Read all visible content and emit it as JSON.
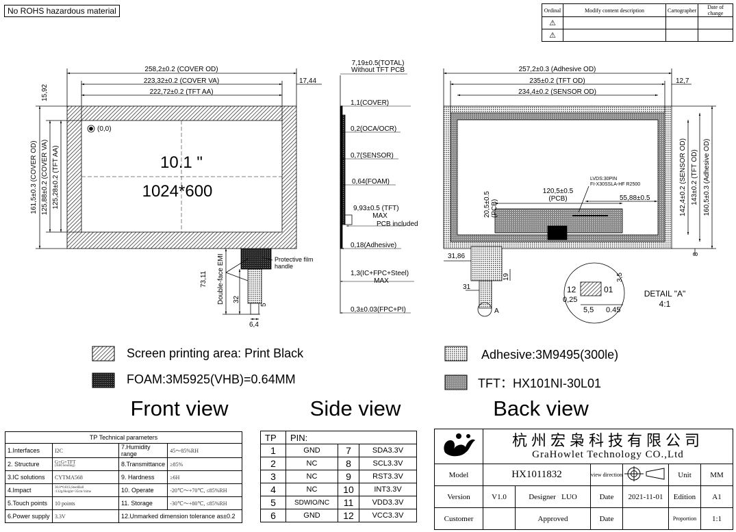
{
  "rohs": "No ROHS hazardous material",
  "revision": {
    "headers": [
      "Ordinal",
      "Modify content description",
      "Cartographer",
      "Date of change"
    ],
    "rows": [
      {
        "mark": "⚠"
      },
      {
        "mark": "⚠"
      }
    ]
  },
  "front": {
    "cover_od": "258,2±0.2 (COVER OD)",
    "cover_va": "223,32±0.2 (COVER VA)",
    "tft_aa": "222,72±0.2 (TFT AA)",
    "right_offset": "17,44",
    "left_offset": "15,92",
    "v_cover_od": "161,5±0.3 (COVER OD)",
    "v_cover_va": "125,88±0.2 (COVER VA)",
    "v_tft_aa": "125,28±0.2 (TFT AA)",
    "origin": "(0,0)",
    "size": "10.1 \"",
    "resolution": "1024*600",
    "protective_film": "Protective film",
    "handle": "handle",
    "emi": "Double-face EMI",
    "d73": "73,11",
    "d32": "32",
    "d5": "5",
    "d64": "6,4"
  },
  "side": {
    "total": "7,19±0.5(TOTAL)",
    "without": "Without TFT PCB",
    "cover": "1,1(COVER)",
    "oca": "0,2(OCA/OCR)",
    "sensor": "0,7(SENSOR)",
    "foam": "0,64(FOAM)",
    "tft": "9,93±0.5 (TFT)",
    "tft_max": "MAX",
    "pcb": "PCB included",
    "adhesive": "0,18(Adhesive)",
    "ic": "1,3(IC+FPC+Steel)",
    "ic_max": "MAX",
    "fpc": "0,3±0.03(FPC+PI)"
  },
  "back": {
    "adh_od": "257,2±0.3 (Adhesive OD)",
    "tft_od": "235±0.2 (TFT OD)",
    "sensor_od": "234,4±0.2 (SENSOR OD)",
    "right_offset": "12,7",
    "v_sensor": "142,4±0.2 (SENSOR OD)",
    "v_tft": "143±0.2 (TFT OD)",
    "v_adh": "160,5±0.3 (Adhesive OD)",
    "lvds": "LVDS:30PIN",
    "connector": "FI-X30SSLA-HF R2500",
    "pcb_w": "120,5±0.5",
    "pcb_label": "(PCB)",
    "pcb_v": "20,5±0.5",
    "pcb_v2": "(PCB)",
    "d5588": "55,88±0.5",
    "d3186": "31,86",
    "d19": "19",
    "d31": "31",
    "d8": "8",
    "a": "A",
    "detail": "DETAIL \"A\"",
    "scale": "4:1",
    "d12": "12",
    "d01": "01",
    "d35": "3,5",
    "d025": "0,25",
    "d55": "5,5",
    "d045": "0.45"
  },
  "legend": {
    "printing": "Screen printing area:  Print Black",
    "foam": "FOAM:3M5925(VHB)=0.64MM",
    "adhesive": "Adhesive:3M9495(300le)",
    "tft": "TFT：HX101NI-30L01"
  },
  "views": {
    "front": "Front view",
    "side": "Side view",
    "back": "Back view"
  },
  "tech": {
    "title": "TP Technical parameters",
    "rows": [
      {
        "k1": "1.Interfaces",
        "v1": "I2C",
        "k2": "7.Humidity range",
        "v2": "45～85%RH"
      },
      {
        "k1": "2. Structure",
        "v1": "G+G+TFT",
        "v1b": "(AIR bonding)",
        "k2": "8.Transmittance",
        "v2": "≥85%"
      },
      {
        "k1": "3.IC solutions",
        "v1": "CYTMA568",
        "k2": "9. Hardness",
        "v2": "≥6H"
      },
      {
        "k1": "4.Impact",
        "v1": "30.0*0.81S,SteelBall",
        "v1b": "/132g/Height=35cm/1time",
        "k2": "10. Operate",
        "v2": "-20℃～+70℃, ≤85%RH"
      },
      {
        "k1": "5.Touch points",
        "v1": "10 points",
        "k2": "11. Storage",
        "v2": "-30℃～+80℃, ≤85%RH"
      },
      {
        "k1": "6.Power supply",
        "v1": "3.3V",
        "k2": "12.Unmarked dimension tolerance as±0.2",
        "v2": ""
      }
    ]
  },
  "pin": {
    "h1": "TP",
    "h2": "PIN:",
    "rows": [
      [
        "1",
        "GND",
        "7",
        "SDA3.3V"
      ],
      [
        "2",
        "NC",
        "8",
        "SCL3.3V"
      ],
      [
        "3",
        "NC",
        "9",
        "RST3.3V"
      ],
      [
        "4",
        "NC",
        "10",
        "INT3.3V"
      ],
      [
        "5",
        "SDWIO/NC",
        "11",
        "VDD3.3V"
      ],
      [
        "6",
        "GND",
        "12",
        "VCC3.3V"
      ]
    ]
  },
  "title_block": {
    "company_cn": "杭州宏枭科技有限公司",
    "company_en": "GraHowlet Technology CO.,Ltd",
    "model_label": "Model",
    "model": "HX1011832",
    "view_dir": "view direction",
    "unit_label": "Unit",
    "unit": "MM",
    "version_label": "Version",
    "version": "V1.0",
    "designer_label": "Designer",
    "designer": "LUO",
    "date_label": "Date",
    "date": "2021-11-01",
    "edition_label": "Edition",
    "edition": "A1",
    "customer_label": "Customer",
    "approved_label": "Approved",
    "date2_label": "Date",
    "proportion_label": "Proportion",
    "proportion": "1:1"
  }
}
